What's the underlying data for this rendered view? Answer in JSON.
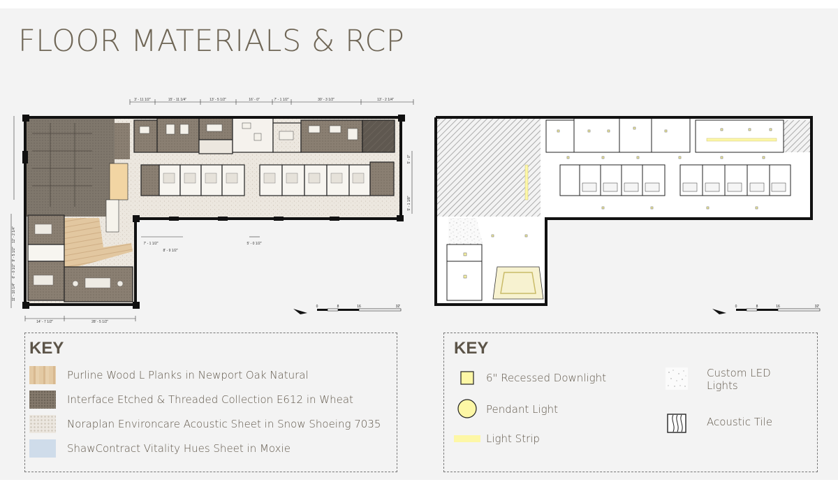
{
  "title": "FLOOR MATERIALS & RCP",
  "materials_plan": {
    "top_dimensions": [
      "3' - 11 1/2\"",
      "15' - 11 1/4\"",
      "13' - 5 1/2\"",
      "16' - 0\"",
      "7' - 1 1/2\"",
      "30' - 3 1/2\"",
      "13' - 2 1/4\""
    ],
    "left_dimensions": [
      "12' - 2 1/4\"",
      "9' - 5 1/2\"",
      "6' - 0 1/2\"",
      "11' - 10 1/4\""
    ],
    "right_dimensions": [
      "5' - 0\"",
      "5' - 1 1/8\""
    ],
    "bottom_dimensions": [
      "14' - 7 1/2\"",
      "28' - 5 1/2\""
    ],
    "inner_dimensions": [
      "7' - 1 1/2\"",
      "8' - 9 1/2\"",
      "5' - 0 1/2\""
    ],
    "scale_labels": [
      "0",
      "8",
      "16",
      "32'"
    ]
  },
  "rcp_plan": {
    "scale_labels": [
      "0",
      "8",
      "16",
      "32'"
    ]
  },
  "key_materials": {
    "title": "KEY",
    "items": [
      {
        "label": "Purline Wood L Planks in Newport Oak Natural",
        "color": "#e3c9a3"
      },
      {
        "label": "Interface Etched & Threaded Collection E612 in Wheat",
        "color": "#857a6d"
      },
      {
        "label": "Noraplan Environcare Acoustic Sheet in Snow Shoeing 7035",
        "color": "#ece7e0"
      },
      {
        "label": "ShawContract Vitality Hues Sheet in Moxie",
        "color": "#cfdcea"
      }
    ]
  },
  "key_rcp": {
    "title": "KEY",
    "items": [
      {
        "label": "6\" Recessed Downlight",
        "icon": "square-downlight-icon",
        "color": "#fdf7a6"
      },
      {
        "label": "Pendant Light",
        "icon": "pendant-circle-icon",
        "color": "#fdf7a6"
      },
      {
        "label": "Light Strip",
        "icon": "light-strip-icon",
        "color": "#fdf7a6"
      },
      {
        "label": "Custom LED\nLights",
        "icon": "speckle-led-icon"
      },
      {
        "label": "Acoustic Tile",
        "icon": "acoustic-tile-icon"
      }
    ]
  }
}
